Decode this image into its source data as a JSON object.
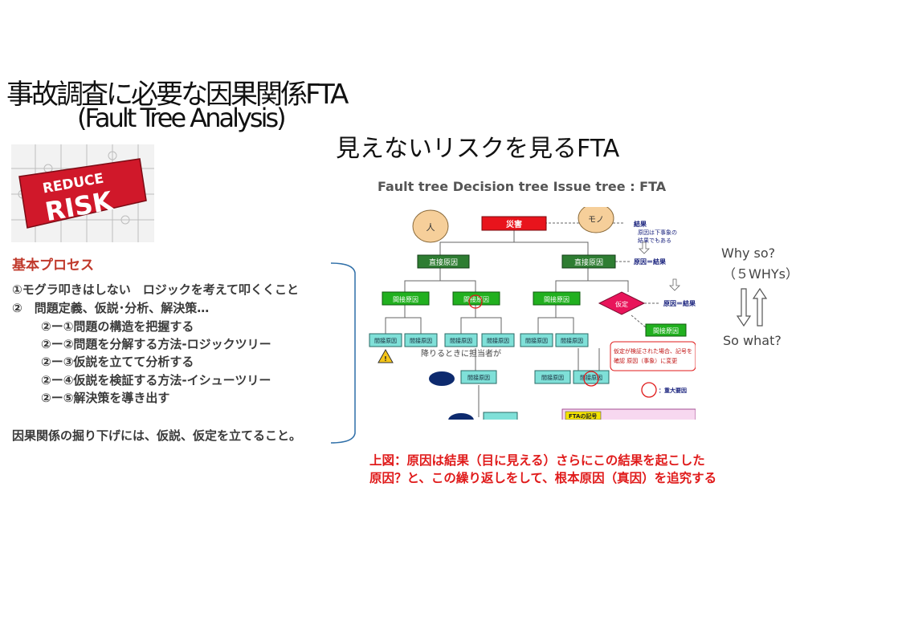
{
  "slide": {
    "title_line1": "事故調査に必要な因果関係FTA",
    "title_line2": "(Fault Tree Analysis)",
    "subtitle": "見えないリスクを見るFTA"
  },
  "puzzle_image": {
    "word1": "REDUCE",
    "word2": "RISK",
    "colors": {
      "background": "#f2f2f2",
      "piece": "#d0182a",
      "text": "#ffffff"
    }
  },
  "process": {
    "heading": "基本プロセス",
    "lines": [
      "①モグラ叩きはしない　ロジックを考えて叩くくこと",
      "②　問題定義、仮説･分析、解決策…",
      "②ー①問題の構造を把握する",
      "②ー②問題を分解する方法-ロジックツリー",
      "②ー③仮説を立てて分析する",
      "②ー④仮説を検証する方法-イシューツリー",
      "②ー⑤解決策を導き出す"
    ],
    "summary": "因果関係の掘り下げには、仮説、仮定を立てること。"
  },
  "fta": {
    "label": "Fault tree Decision tree Issue tree : FTA",
    "diagram": {
      "person": "人",
      "thing": "モノ",
      "top_event": "災害",
      "direct_cause": "直接原因",
      "indirect_cause": "間接原因",
      "assumption": "仮定",
      "result": "結果",
      "cause_is_result": "原因＝結果",
      "note_top_1": "原因は下事象の",
      "note_top_2": "結果でもある",
      "note_box_1": "仮定が検証された場合、記号を",
      "note_box_2": "確認 原因（事象）に変更",
      "stairs_note": "降りるときに担当者が",
      "major_factor": "：重大要因",
      "legend_title": "FTAの記号",
      "colors": {
        "top_event": "#e8141c",
        "direct_cause": "#2e7d32",
        "indirect_cause": "#21b01f",
        "leaf": "#7fe0d8",
        "assumption": "#e8145a",
        "bubble": "#f6cf9a",
        "oval": "#0d2a6e"
      }
    }
  },
  "why": {
    "why_so": "Why so?",
    "five_whys": "（５WHYs）",
    "so_what": "So what?"
  },
  "caption": {
    "line1": "上図：原因は結果（目に見える）さらにこの結果を起こした",
    "line2": "原因？と、この繰り返しをして、根本原因（真因）を追究する"
  }
}
